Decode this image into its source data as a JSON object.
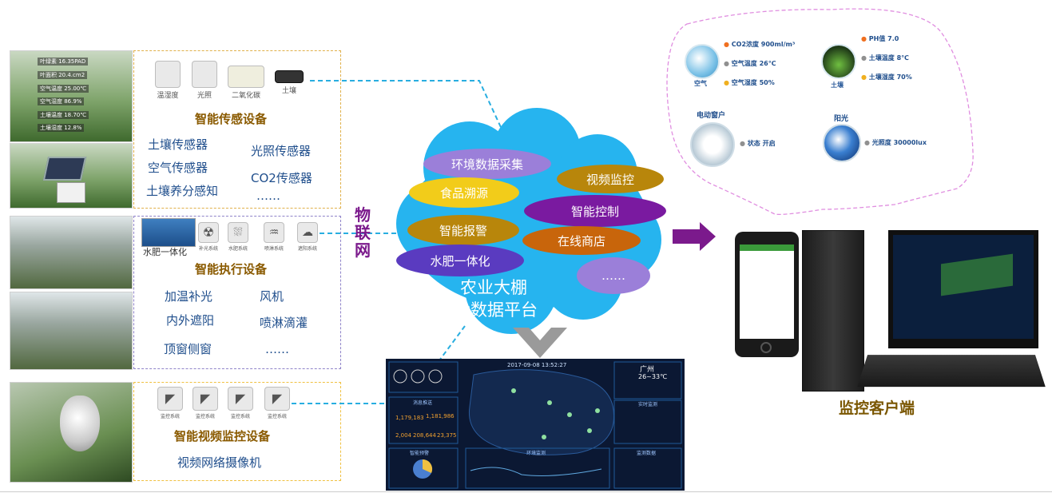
{
  "sensors": {
    "photo_readings": [
      "叶绿素 16.35PAD",
      "叶面积 20.4.cm2",
      "空气温度 25.00℃",
      "空气湿度 86.9%",
      "土壤温度 18.70℃",
      "土壤湿度 12.8%"
    ],
    "device_labels": [
      "温湿度",
      "光照",
      "二氧化碳",
      "土壤"
    ],
    "heading": "智能传感设备",
    "items": [
      "土壤传感器",
      "光照传感器",
      "空气传感器",
      "CO2传感器",
      "土壤养分感知",
      "……"
    ]
  },
  "actuators": {
    "device_label": "水肥一体化",
    "icon_labels": [
      "补光系统",
      "水肥系统",
      "喷淋系统",
      "遮阳系统"
    ],
    "heading": "智能执行设备",
    "items": [
      "加温补光",
      "风机",
      "内外遮阳",
      "喷淋滴灌",
      "顶窗侧窗",
      "……"
    ]
  },
  "video": {
    "camera_labels": [
      "监控系统",
      "监控系统",
      "监控系统",
      "监控系统"
    ],
    "heading": "智能视频监控设备",
    "items": [
      "视频网络摄像机"
    ]
  },
  "iot_label": "物联网",
  "cloud": {
    "pills": [
      "环境数据采集",
      "视频监控",
      "食品溯源",
      "智能控制",
      "智能报警",
      "在线商店",
      "水肥一体化",
      "……"
    ],
    "title": [
      "农业大棚",
      "大数据平台"
    ]
  },
  "client_caption": "监控客户端",
  "monitor": {
    "air": {
      "label": "空气",
      "rows": [
        "CO2浓度 900ml/m³",
        "空气温度 26℃",
        "空气湿度 50%"
      ]
    },
    "soil": {
      "label": "土壤",
      "rows": [
        "PH值 7.0",
        "土壤温度 8℃",
        "土壤湿度 70%"
      ]
    },
    "window": {
      "label": "电动窗户",
      "row": "状态 开启"
    },
    "sun": {
      "label": "阳光",
      "row": "光照度 30000lux"
    }
  },
  "dashboard": {
    "timestamp": "2017-09-08 13:52:27",
    "city": "广州",
    "temp": "26~33℃",
    "panel_titles": [
      "消息推送",
      "环境监测",
      "实时监测",
      "智能预警",
      "监测数据"
    ],
    "kpis": [
      "1,179,183",
      "1,181,986",
      "2,004",
      "208,644",
      "23,375"
    ]
  },
  "colors": {
    "pill_purple": "#9b7fd9",
    "pill_yellow": "#f2cc1a",
    "pill_gold": "#b8860b",
    "pill_violet": "#7a1aa0",
    "pill_orange": "#c8650b",
    "pill_indigo": "#5a3bc0",
    "cloud": "#26b4ef",
    "arrow": "#7b1a8c",
    "dash": "#29aee0"
  }
}
